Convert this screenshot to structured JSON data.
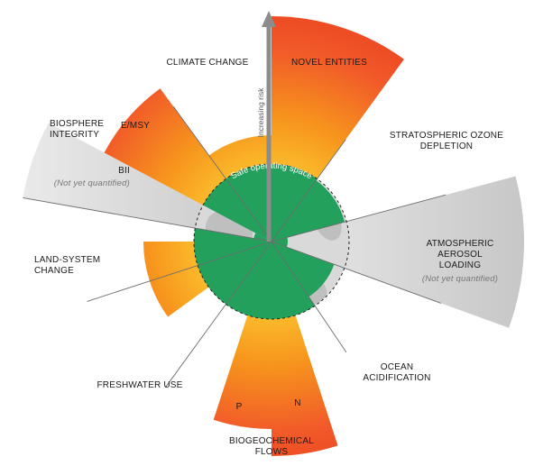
{
  "diagram": {
    "safe_space_label": "Safe operating space",
    "axis_label": "Increasing risk",
    "colors": {
      "safe_green": "#23a05c",
      "globe_gray": "#d9d9d9",
      "orange_inner": "#fbc02d",
      "orange_mid": "#f7941d",
      "orange_outer": "#f15a29",
      "unquantified": "#cfcfcf",
      "divider": "#6d6d6d",
      "boundary_dash": "#222222",
      "arrow": "#8c8c8c"
    },
    "boundaries": [
      {
        "id": "climate",
        "lines": [
          "CLIMATE CHANGE"
        ]
      },
      {
        "id": "novel",
        "lines": [
          "NOVEL ENTITIES"
        ]
      },
      {
        "id": "ozone",
        "lines": [
          "STRATOSPHERIC OZONE",
          "DEPLETION"
        ]
      },
      {
        "id": "aerosol",
        "lines": [
          "ATMOSPHERIC",
          "AEROSOL",
          "LOADING"
        ],
        "note": "(Not yet quantified)"
      },
      {
        "id": "ocean",
        "lines": [
          "OCEAN",
          "ACIDIFICATION"
        ]
      },
      {
        "id": "biogeo",
        "lines": [
          "BIOGEOCHEMICAL",
          "FLOWS"
        ]
      },
      {
        "id": "fresh",
        "lines": [
          "FRESHWATER USE"
        ]
      },
      {
        "id": "land",
        "lines": [
          "LAND-SYSTEM",
          "CHANGE"
        ]
      },
      {
        "id": "bii",
        "lines": [
          "BII"
        ],
        "note": "(Not yet quantified)"
      },
      {
        "id": "bio",
        "lines": [
          "BIOSPHERE",
          "INTEGRITY"
        ]
      }
    ],
    "sub_labels": {
      "emsy": "E/MSY",
      "p": "P",
      "n": "N"
    }
  }
}
